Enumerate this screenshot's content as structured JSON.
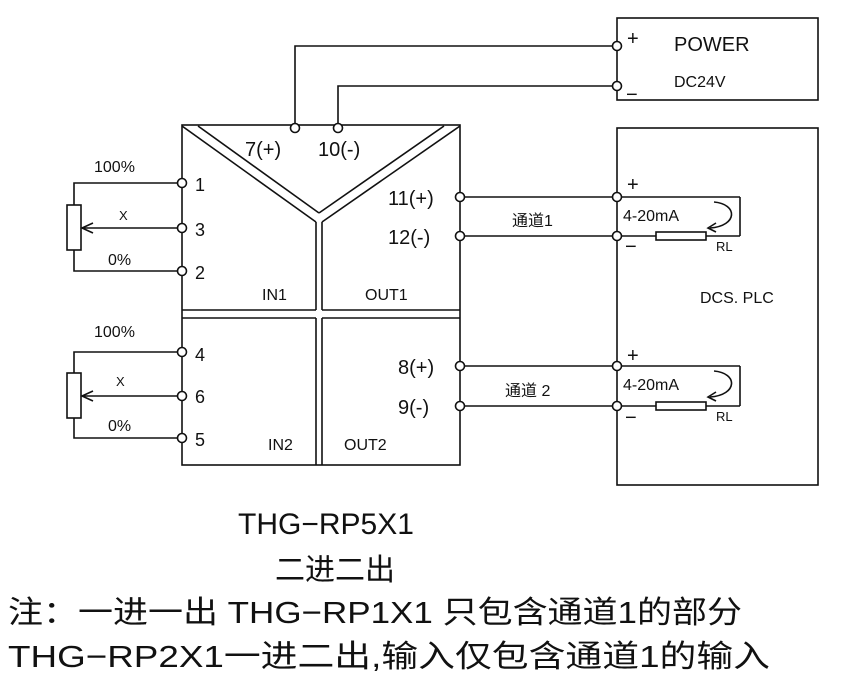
{
  "power": {
    "plus": "+",
    "label": "POWER",
    "voltage": "DC24V",
    "minus": "−"
  },
  "module": {
    "terminal_7": "7(+)",
    "terminal_10": "10(-)",
    "in1": "IN1",
    "out1": "OUT1",
    "in2": "IN2",
    "out2": "OUT2",
    "t1": "1",
    "t3": "3",
    "t2": "2",
    "t4": "4",
    "t6": "6",
    "t5": "5",
    "t11": "11(+)",
    "t12": "12(-)",
    "t8": "8(+)",
    "t9": "9(-)"
  },
  "in1_pot": {
    "high": "100%",
    "wiper": "X",
    "low": "0%"
  },
  "in2_pot": {
    "high": "100%",
    "wiper": "X",
    "low": "0%"
  },
  "channel1": "通道1",
  "channel2": "通道 2",
  "dcs": {
    "label": "DCS. PLC",
    "plus": "+",
    "minus": "−",
    "signal": "4-20mA",
    "load": "RL"
  },
  "model": "THG−RP5X1",
  "model_desc": "二进二出",
  "notes": [
    "注：一进一出 THG−RP1X1 只包含通道1的部分",
    "THG−RP2X1一进二出,输入仅包含通道1的输入"
  ]
}
